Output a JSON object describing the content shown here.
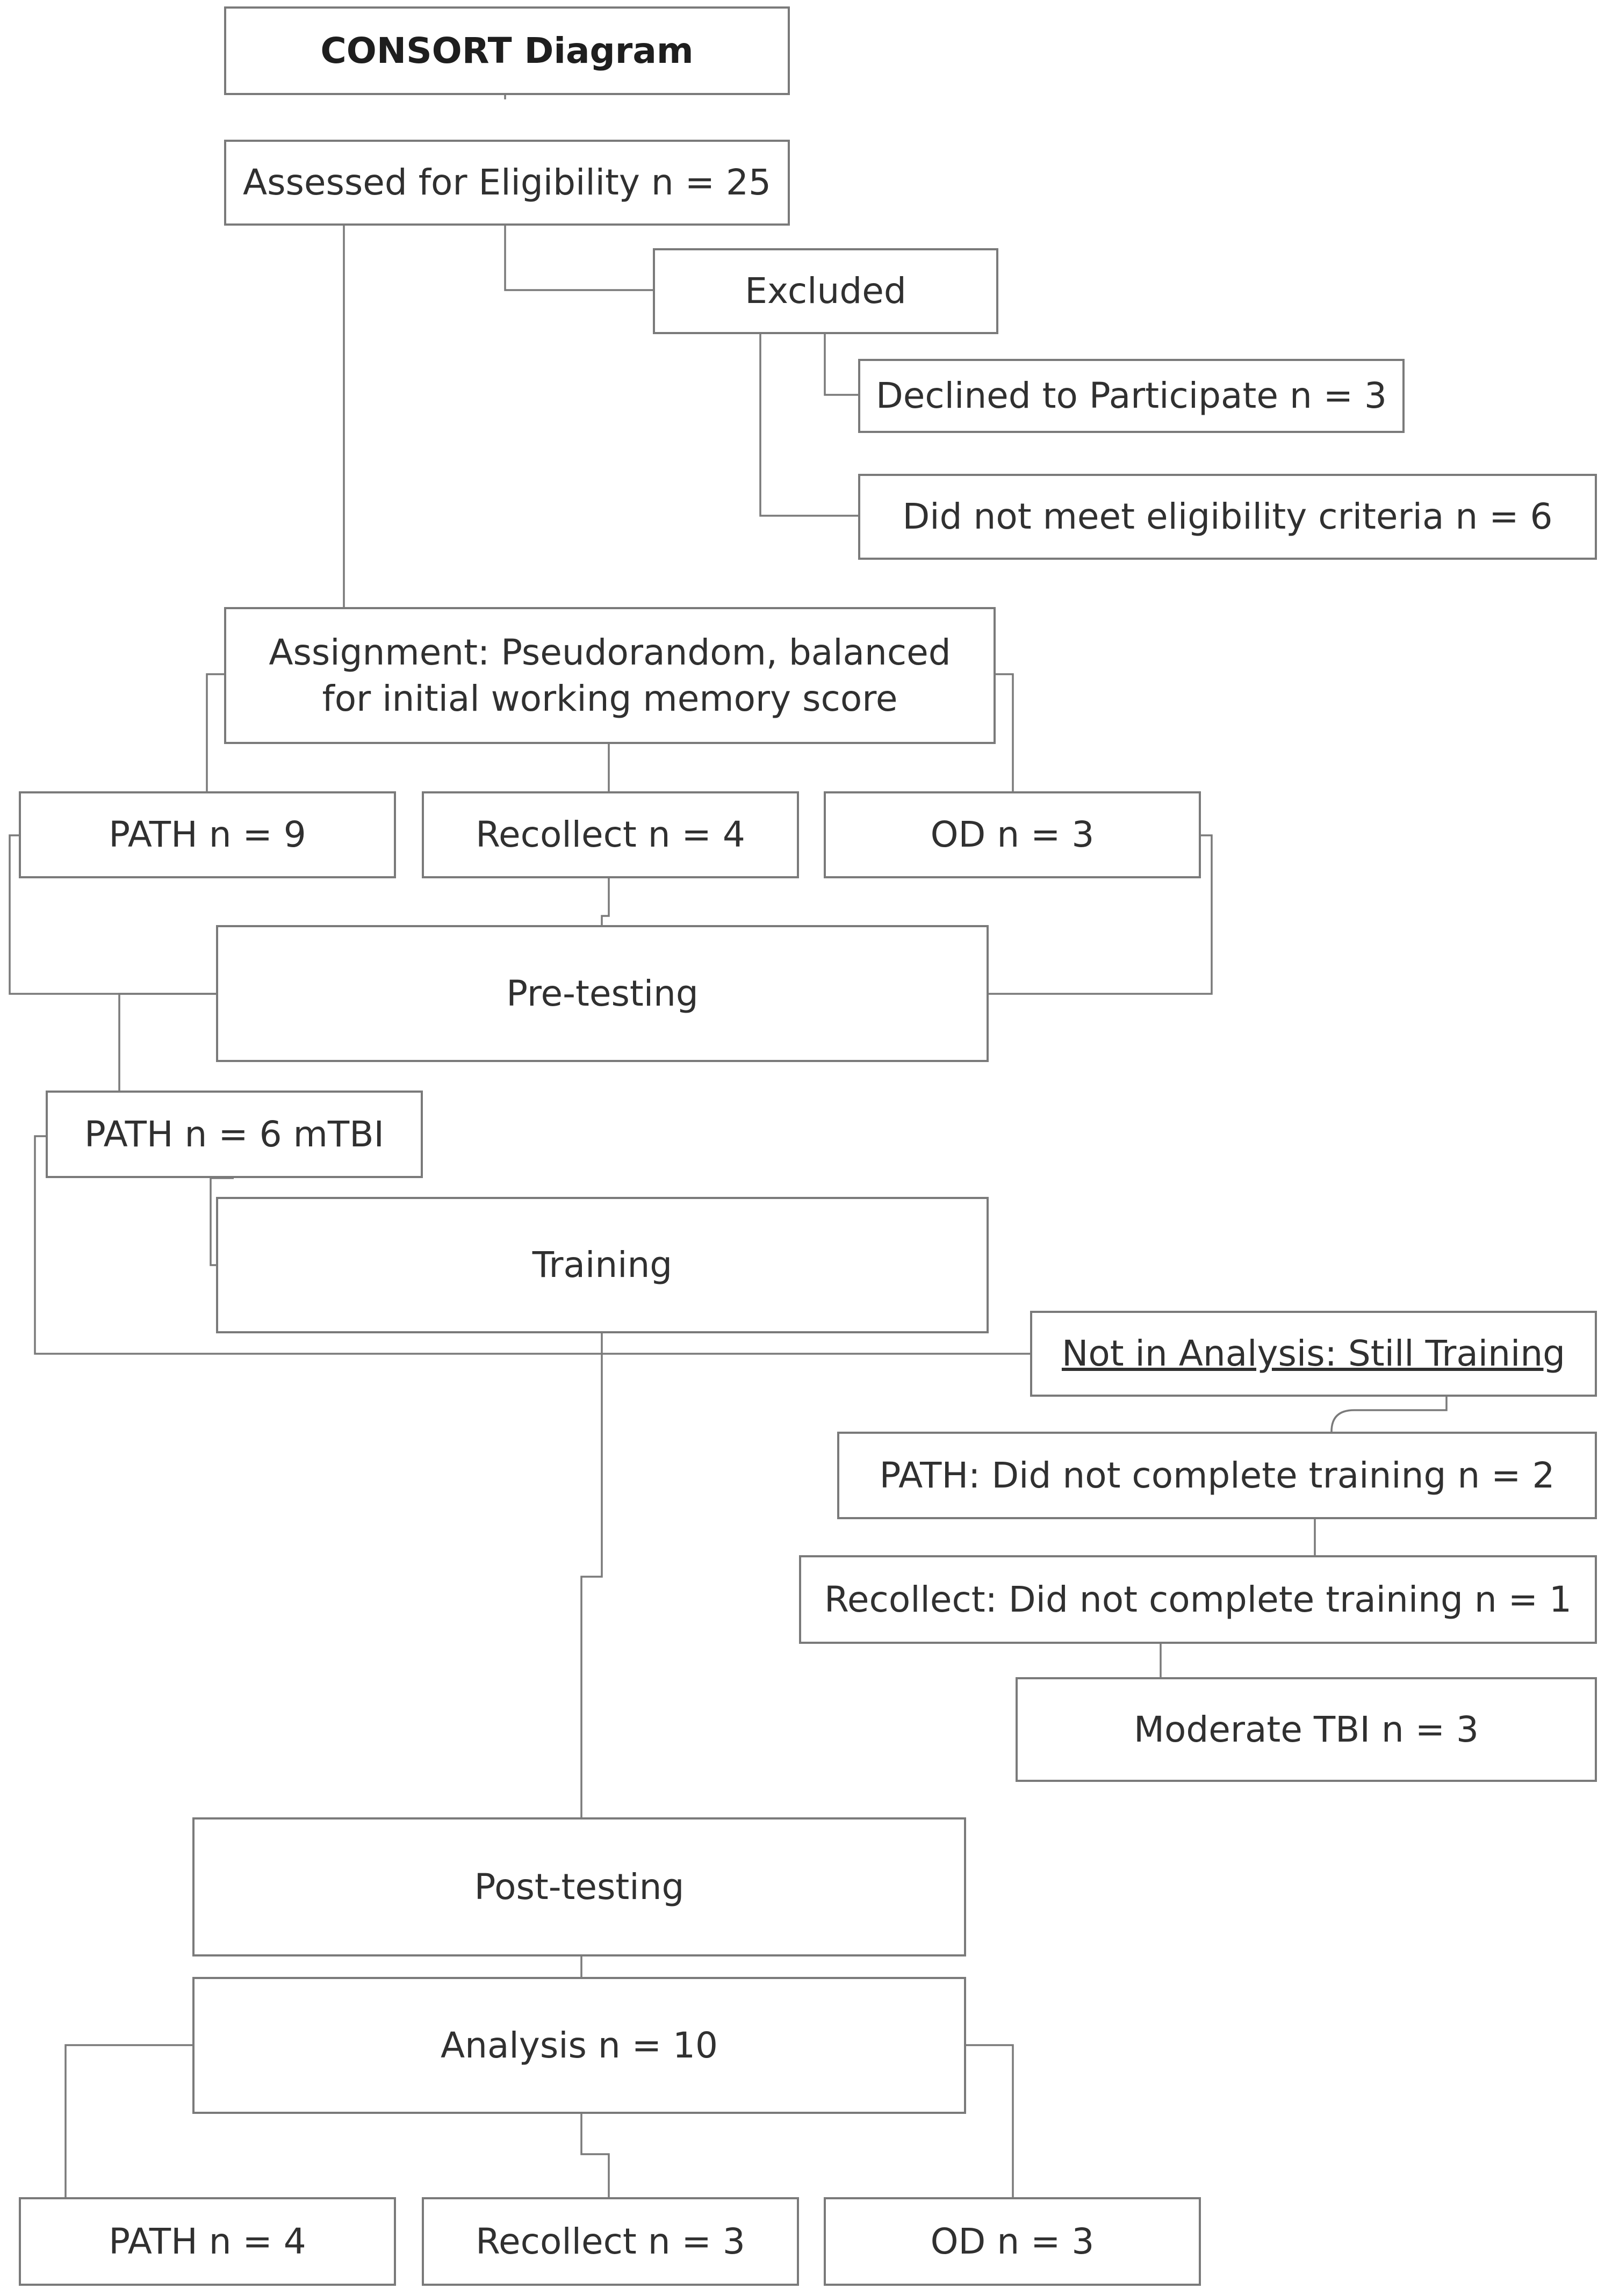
{
  "title": "CONSORT Diagram",
  "enrollment": {
    "assessed": "Assessed for Eligibility n = 25",
    "excluded": "Excluded",
    "declined": "Declined to Participate n = 3",
    "not_eligible": "Did not meet eligibility criteria n = 6"
  },
  "assignment": {
    "label": "Assignment: Pseudorandom, balanced for initial working memory score"
  },
  "groups": {
    "path": "PATH n = 9",
    "recollect": "Recollect n = 4",
    "od": "OD n = 3"
  },
  "pretesting": "Pre-testing",
  "path_mtbi": "PATH n = 6 mTBI",
  "training": "Training",
  "not_in_analysis": {
    "heading": "Not in Analysis: Still Training",
    "path_incomplete": "PATH: Did not complete training n = 2",
    "recollect_incomplete": "Recollect: Did not complete training n = 1",
    "moderate_tbi": "Moderate TBI n = 3"
  },
  "posttesting": "Post-testing",
  "analysis": {
    "label": "Analysis n = 10",
    "path": "PATH n = 4",
    "recollect": "Recollect n = 3",
    "od": "OD n = 3"
  }
}
